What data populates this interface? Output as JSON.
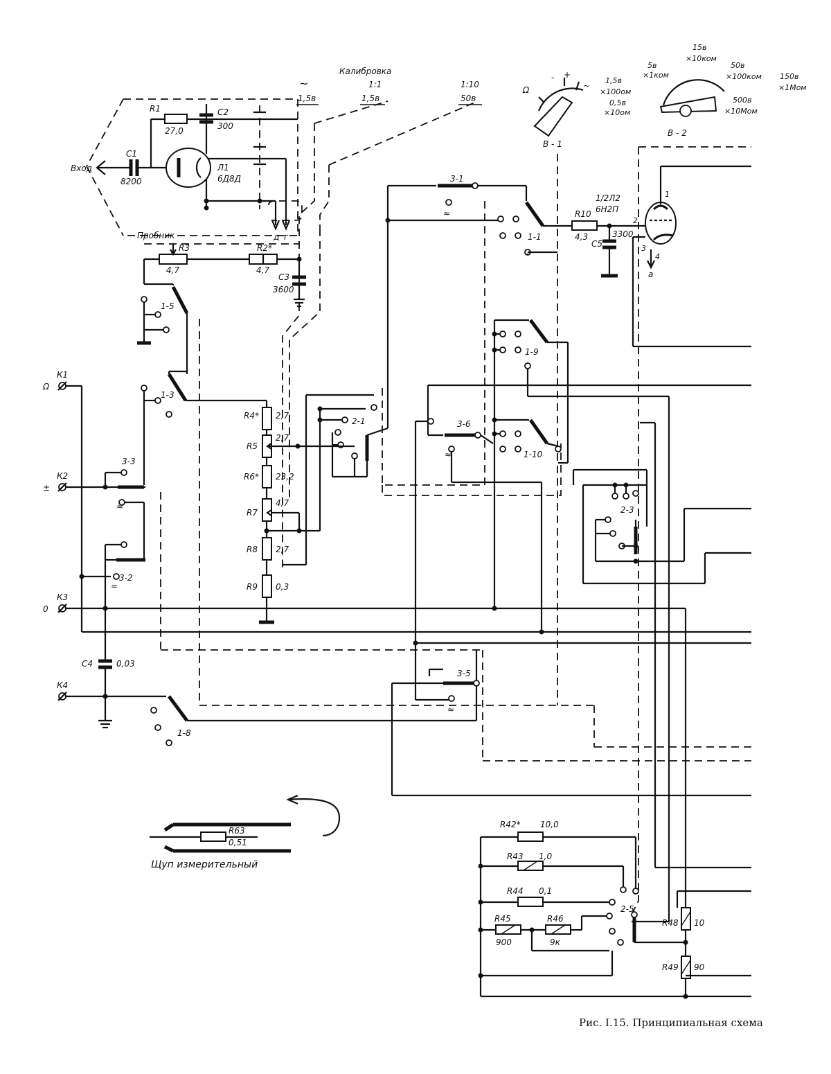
{
  "caption": "Рис. I.15. Принципиальная схема",
  "calibration": {
    "title": "Калибровка",
    "tilde": "~",
    "range_ac": "1,5в",
    "ratio_1_1": "1:1",
    "range_1_1": "1,5в",
    "ratio_1_10": "1:10",
    "range_1_10": "50в"
  },
  "selector_b1": {
    "label": "В - 1",
    "pos_ohm": "Ω",
    "pos_minus": "-",
    "pos_plus": "+",
    "pos_ac": "~"
  },
  "selector_b2": {
    "label": "В - 2",
    "ranges": [
      {
        "top": "1,5в",
        "bottom": "×100ом"
      },
      {
        "top": "5в",
        "bottom": "×1ком"
      },
      {
        "top": "15в",
        "bottom": "×10ком"
      },
      {
        "top": "50в",
        "bottom": "×100ком"
      },
      {
        "top": "150в",
        "bottom": "×1Мом"
      },
      {
        "top": "0,5в",
        "bottom": "×10ом"
      },
      {
        "top": "500в",
        "bottom": "×10Мом"
      }
    ]
  },
  "probe_head": {
    "input": "Вход",
    "c1": {
      "ref": "C1",
      "value": "8200"
    },
    "r1": {
      "ref": "R1",
      "value": "27,0"
    },
    "c2": {
      "ref": "C2",
      "value": "300"
    },
    "tube": {
      "ref": "Л1",
      "type": "6Д8Д"
    },
    "pins": [
      "д",
      "г"
    ]
  },
  "probe_label": "Пробник",
  "resistors": [
    {
      "ref": "R3",
      "value": "4,7"
    },
    {
      "ref": "R2*",
      "value": "4,7"
    },
    {
      "ref": "R4*",
      "value": "2,7"
    },
    {
      "ref": "R5",
      "value": "2,7"
    },
    {
      "ref": "R6*",
      "value": "23,2"
    },
    {
      "ref": "R7",
      "value": "4,7"
    },
    {
      "ref": "R8",
      "value": "2,7"
    },
    {
      "ref": "R9",
      "value": "0,3"
    },
    {
      "ref": "R10",
      "value": "4,3"
    },
    {
      "ref": "R42*",
      "value": "10,0"
    },
    {
      "ref": "R43",
      "value": "1,0"
    },
    {
      "ref": "R44",
      "value": "0,1"
    },
    {
      "ref": "R45",
      "value": "900"
    },
    {
      "ref": "R46",
      "value": "9к"
    },
    {
      "ref": "R48",
      "value": "10"
    },
    {
      "ref": "R49",
      "value": "90"
    }
  ],
  "capacitors": [
    {
      "ref": "C3",
      "value": "3600"
    },
    {
      "ref": "C4",
      "value": "0,03"
    },
    {
      "ref": "C5",
      "value": "3300"
    }
  ],
  "tube2": {
    "ref": "1/2Л2",
    "type": "6Н2П",
    "pins": [
      "1",
      "2",
      "3",
      "4"
    ],
    "pin_a": "а"
  },
  "switches": [
    "1-5",
    "1-3",
    "1-8",
    "3-3",
    "3-2",
    "2-1",
    "3-1",
    "1-1",
    "1-9",
    "3-6",
    "1-10",
    "2-3",
    "3-5",
    "2-5"
  ],
  "ac_mark": "≈",
  "terminals": [
    {
      "ref": "К1",
      "sign": "Ω"
    },
    {
      "ref": "К2",
      "sign": "±"
    },
    {
      "ref": "К3",
      "sign": "0"
    },
    {
      "ref": "К4",
      "sign": ""
    }
  ],
  "probe_tool": {
    "ref": "R63",
    "value": "0,51",
    "label": "Щуп измерительный"
  }
}
